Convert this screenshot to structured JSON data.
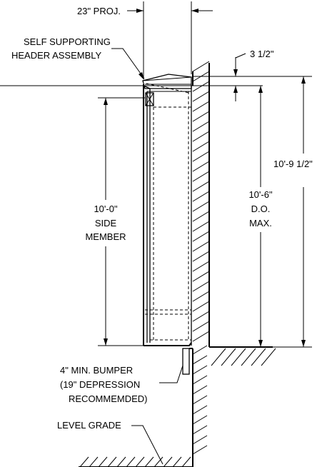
{
  "labels": {
    "projection": "23\" PROJ.",
    "header_line1": "SELF SUPPORTING",
    "header_line2": "HEADER ASSEMBLY",
    "header_height": "3 1/2\"",
    "overall_height": "10'-9 1/2\"",
    "side_dim": "10'-0\"",
    "side_word1": "SIDE",
    "side_word2": "MEMBER",
    "door_dim": "10'-6\"",
    "door_word1": "D.O.",
    "door_word2": "MAX.",
    "bumper_line1": "4\" MIN. BUMPER",
    "bumper_line2": "(19\" DEPRESSION",
    "bumper_line3": "RECOMMEMDED)",
    "grade": "LEVEL GRADE"
  }
}
